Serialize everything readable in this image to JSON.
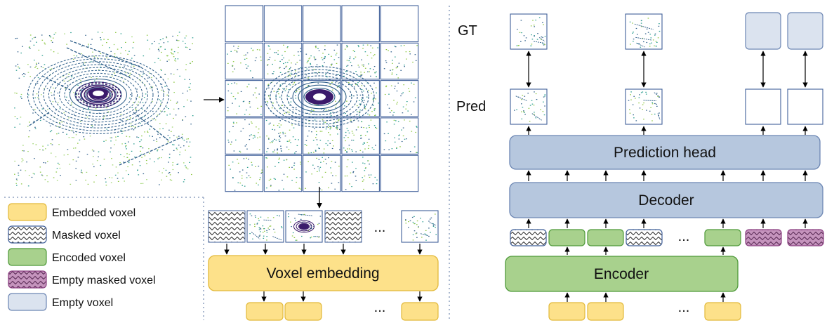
{
  "legend": {
    "items": [
      {
        "label": "Embedded voxel",
        "kind": "embedded"
      },
      {
        "label": "Masked voxel",
        "kind": "masked"
      },
      {
        "label": "Encoded voxel",
        "kind": "encoded"
      },
      {
        "label": "Empty masked voxel",
        "kind": "empty-masked"
      },
      {
        "label": "Empty voxel",
        "kind": "empty"
      }
    ]
  },
  "left_panel": {
    "voxel_embedding_label": "Voxel embedding",
    "ellipsis": "..."
  },
  "right_panel": {
    "gt_label": "GT",
    "pred_label": "Pred",
    "prediction_head_label": "Prediction head",
    "decoder_label": "Decoder",
    "encoder_label": "Encoder",
    "ellipsis": "..."
  },
  "colors": {
    "embedded_fill": "#fde18a",
    "embedded_stroke": "#e2b93b",
    "encoded_fill": "#a8d18d",
    "encoded_stroke": "#4f9a3a",
    "empty_masked_fill": "#c594bd",
    "empty_masked_stroke": "#8b3f81",
    "empty_fill": "#dbe3ef",
    "empty_stroke": "#6c86b3",
    "block_fill": "#b6c7de",
    "block_stroke": "#6c86b3",
    "grid_stroke": "#3f5f99",
    "dot_line": "#aab8cf",
    "pc_purple": "#3b1a6b",
    "pc_blue": "#2f5f8a",
    "pc_teal": "#2a9d8f",
    "pc_green": "#8cc63f"
  }
}
